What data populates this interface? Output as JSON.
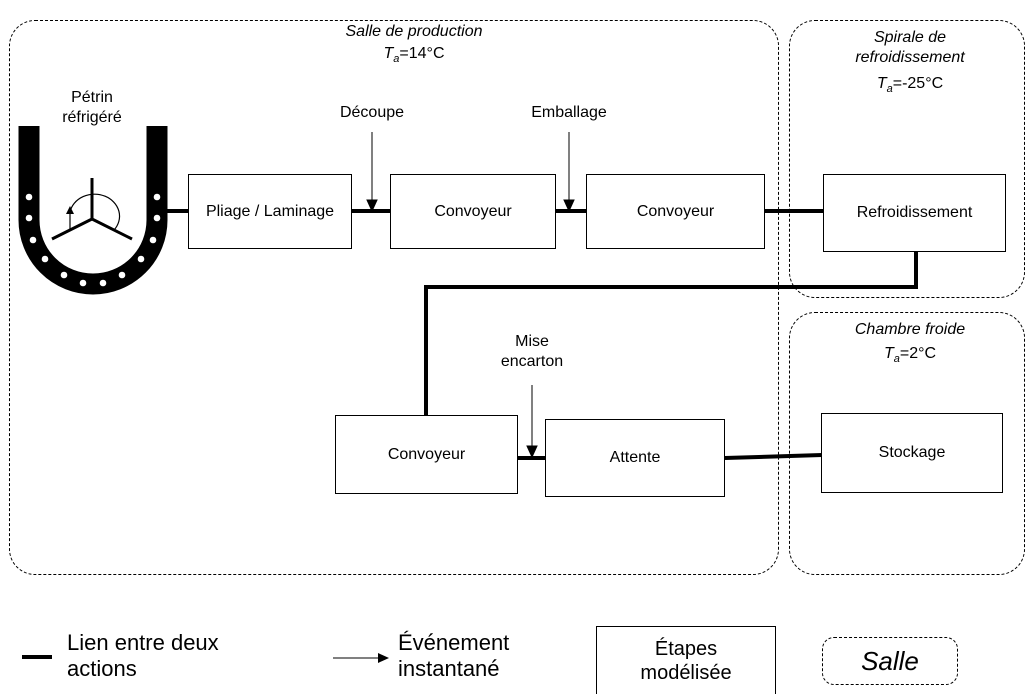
{
  "rooms": {
    "production": {
      "name": "Salle de production",
      "temp_sym": "T",
      "temp_sub": "a",
      "temp_val": "=14°C"
    },
    "spiral": {
      "name_line1": "Spirale de",
      "name_line2": "refroidissement",
      "temp_sym": "T",
      "temp_sub": "a",
      "temp_val": "=-25°C"
    },
    "cold": {
      "name": "Chambre froide",
      "temp_sym": "T",
      "temp_sub": "a",
      "temp_val": "=2°C"
    }
  },
  "mixer": {
    "label_line1": "Pétrin",
    "label_line2": "réfrigéré"
  },
  "steps": {
    "pliage": "Pliage / Laminage",
    "convoyeur1": "Convoyeur",
    "convoyeur2": "Convoyeur",
    "refroidissement": "Refroidissement",
    "convoyeur3": "Convoyeur",
    "attente": "Attente",
    "stockage": "Stockage"
  },
  "events": {
    "decoupe": "Découpe",
    "emballage": "Emballage",
    "mise_line1": "Mise",
    "mise_line2": "encarton"
  },
  "legend": {
    "link_line1": "Lien entre deux",
    "link_line2": "actions",
    "event_line1": "Événement",
    "event_line2": "instantané",
    "step_line1": "Étapes",
    "step_line2": "modélisée",
    "room": "Salle"
  }
}
